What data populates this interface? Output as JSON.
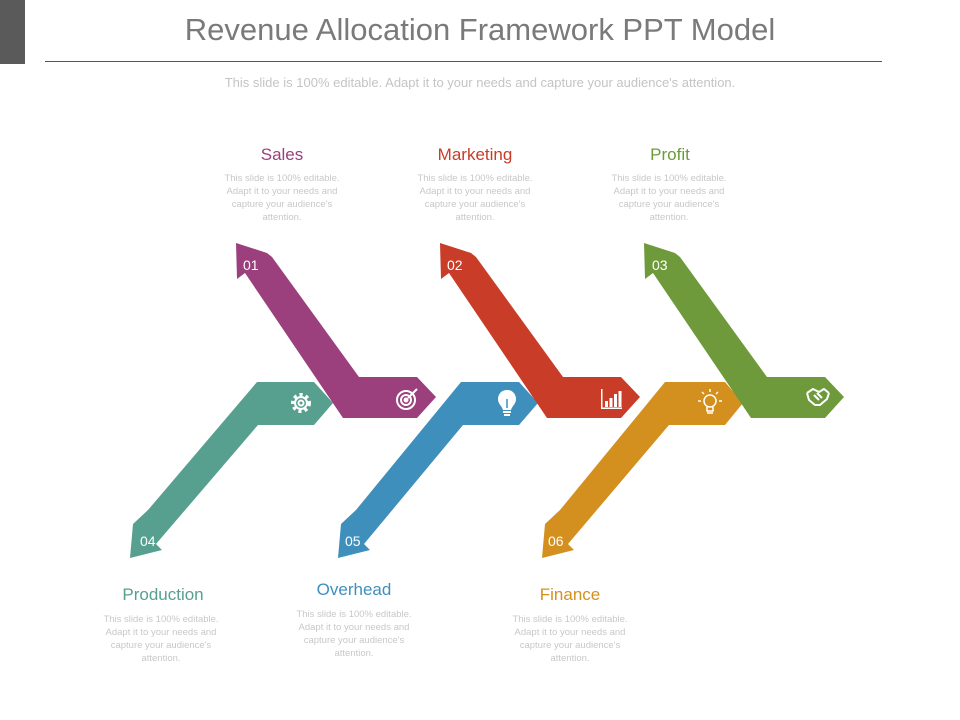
{
  "title": "Revenue Allocation Framework PPT Model",
  "subtitle": "This slide is 100% editable. Adapt it to your needs and capture your audience's attention.",
  "steps": [
    {
      "number": "01",
      "label": "Sales",
      "description": "This slide is 100% editable. Adapt it to your needs and capture your audience's attention.",
      "color": "#9b3f7d",
      "icon": "target-icon"
    },
    {
      "number": "02",
      "label": "Marketing",
      "description": "This slide is 100% editable. Adapt it to your needs and capture your audience's attention.",
      "color": "#c93c27",
      "icon": "bar-chart-icon"
    },
    {
      "number": "03",
      "label": "Profit",
      "description": "This slide is 100% editable. Adapt it to your needs and capture your audience's attention.",
      "color": "#6e9a3b",
      "icon": "handshake-icon"
    },
    {
      "number": "04",
      "label": "Production",
      "description": "This slide is 100% editable. Adapt it to your needs and capture your audience's attention.",
      "color": "#57a08f",
      "icon": "gear-icon"
    },
    {
      "number": "05",
      "label": "Overhead",
      "description": "This slide is 100% editable. Adapt it to your needs and capture your audience's attention.",
      "color": "#3f8fbd",
      "icon": "lightbulb-icon"
    },
    {
      "number": "06",
      "label": "Finance",
      "description": "This slide is 100% editable. Adapt it to your needs and capture your audience's attention.",
      "color": "#d4901e",
      "icon": "idea-bulb-icon"
    }
  ]
}
